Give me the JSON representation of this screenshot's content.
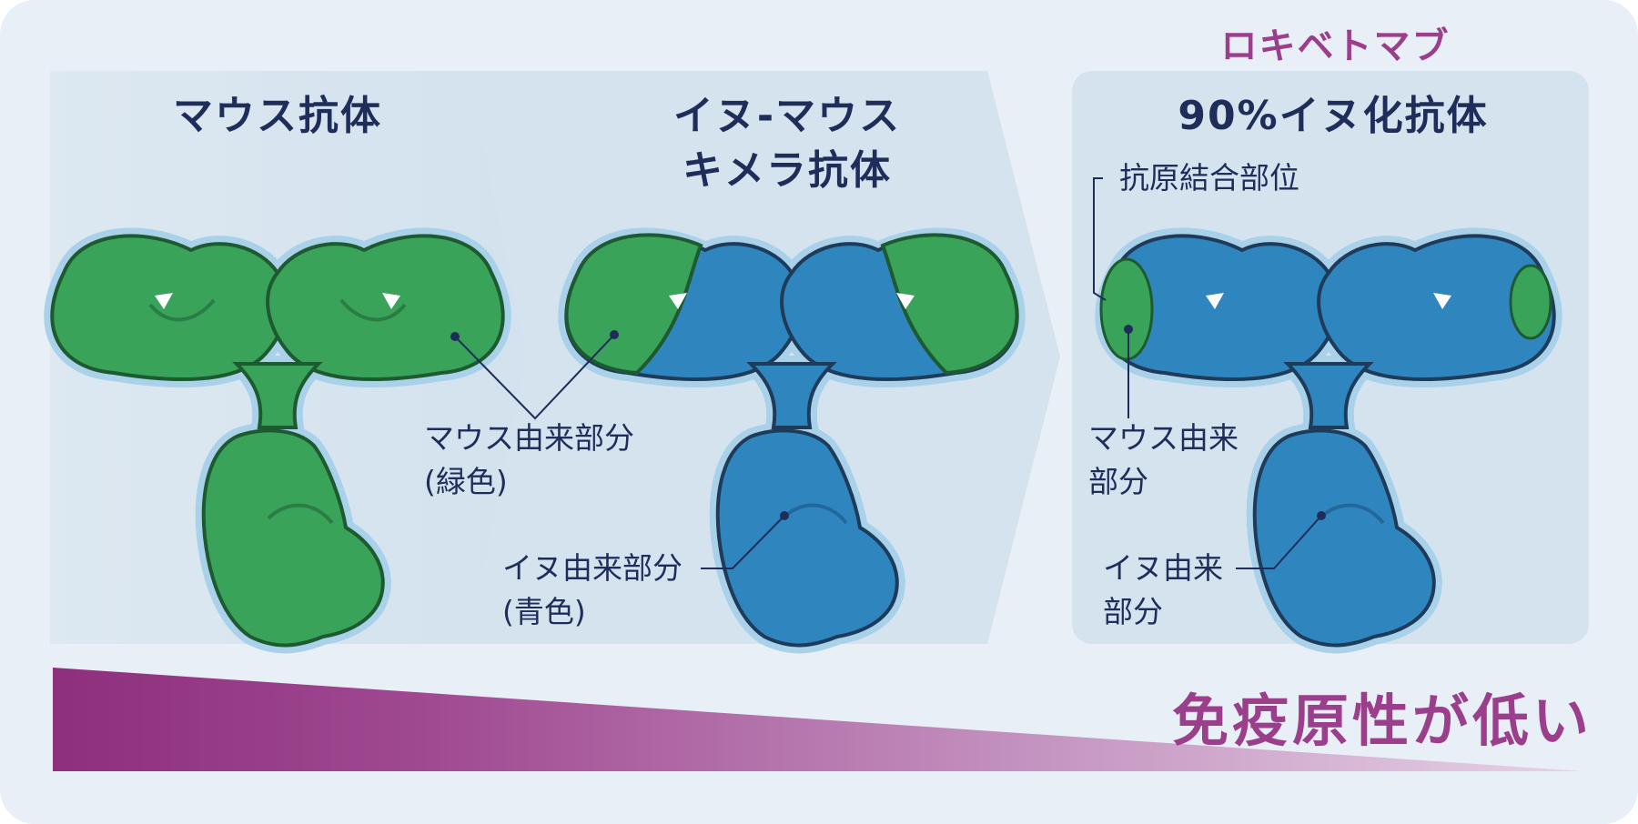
{
  "brand_label": "ロキベトマブ",
  "panels": [
    {
      "title_lines": [
        "マウス抗体"
      ]
    },
    {
      "title_lines": [
        "イヌ-マウス",
        "キメラ抗体"
      ]
    },
    {
      "title_lines": [
        "90%イヌ化抗体"
      ]
    }
  ],
  "labels": {
    "mouse_part": [
      "マウス由来部分",
      "(緑色)"
    ],
    "dog_part": [
      "イヌ由来部分",
      "(青色)"
    ],
    "binding_site": "抗原結合部位",
    "mouse_origin": [
      "マウス由来",
      "部分"
    ],
    "dog_origin": [
      "イヌ由来",
      "部分"
    ]
  },
  "immunogenicity_label": "免疫原性が低い",
  "colors": {
    "mouse_green": "#3aa35a",
    "dog_blue": "#2f86bf",
    "outline": "#1f3b5a",
    "title_navy": "#1f2d5a",
    "accent_purple": "#9b3e8c"
  }
}
